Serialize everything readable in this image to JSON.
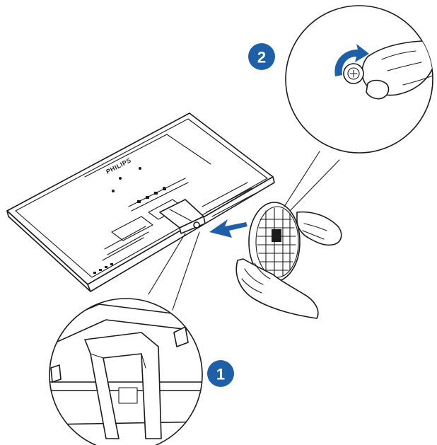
{
  "diagram": {
    "monitor": {
      "brand_text": "PHILIPS"
    },
    "steps": [
      {
        "number": "1"
      },
      {
        "number": "2"
      }
    ],
    "colors": {
      "badge": "#1f5fa8",
      "arrow": "#1f5fa8",
      "line": "#1a1a1a"
    },
    "icons": [
      "rotate-arrow-icon",
      "insert-arrow-icon"
    ]
  }
}
